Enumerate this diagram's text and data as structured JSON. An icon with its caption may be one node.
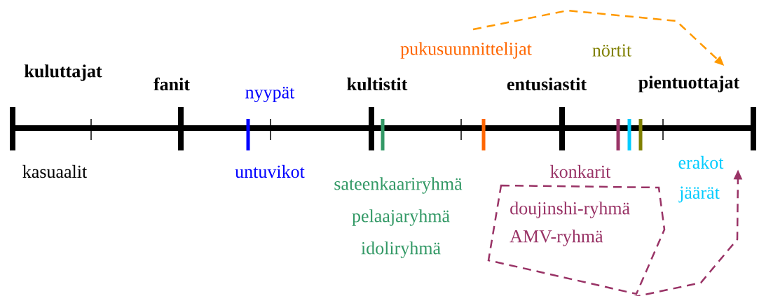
{
  "diagram": {
    "nodes": [
      {
        "text": [
          "pukusuunnittelijat"
        ]
      },
      {
        "text": [
          "pientuottajat"
        ]
      },
      {
        "text": [
          "doujinshi-ryhmä",
          "AMV-ryhmä"
        ]
      },
      {
        "text": [
          "jäärät"
        ]
      }
    ],
    "edges": [
      {
        "from": 0,
        "to": 1,
        "arrow": "to",
        "style": "dashed",
        "color": "#ff9900"
      },
      {
        "from": 2,
        "to": 3,
        "arrow": "to",
        "style": "dashed",
        "color": "#993366"
      }
    ],
    "labels": [
      "kuluttajat",
      "fanit",
      "nyypät",
      "kultistit",
      "entusiastit",
      "nörtit",
      "kasuaalit",
      "untuvikot",
      "sateenkaariryhmä",
      "konkarit",
      "erakot",
      "pelaajaryhmä",
      "idoliryhmä"
    ]
  }
}
